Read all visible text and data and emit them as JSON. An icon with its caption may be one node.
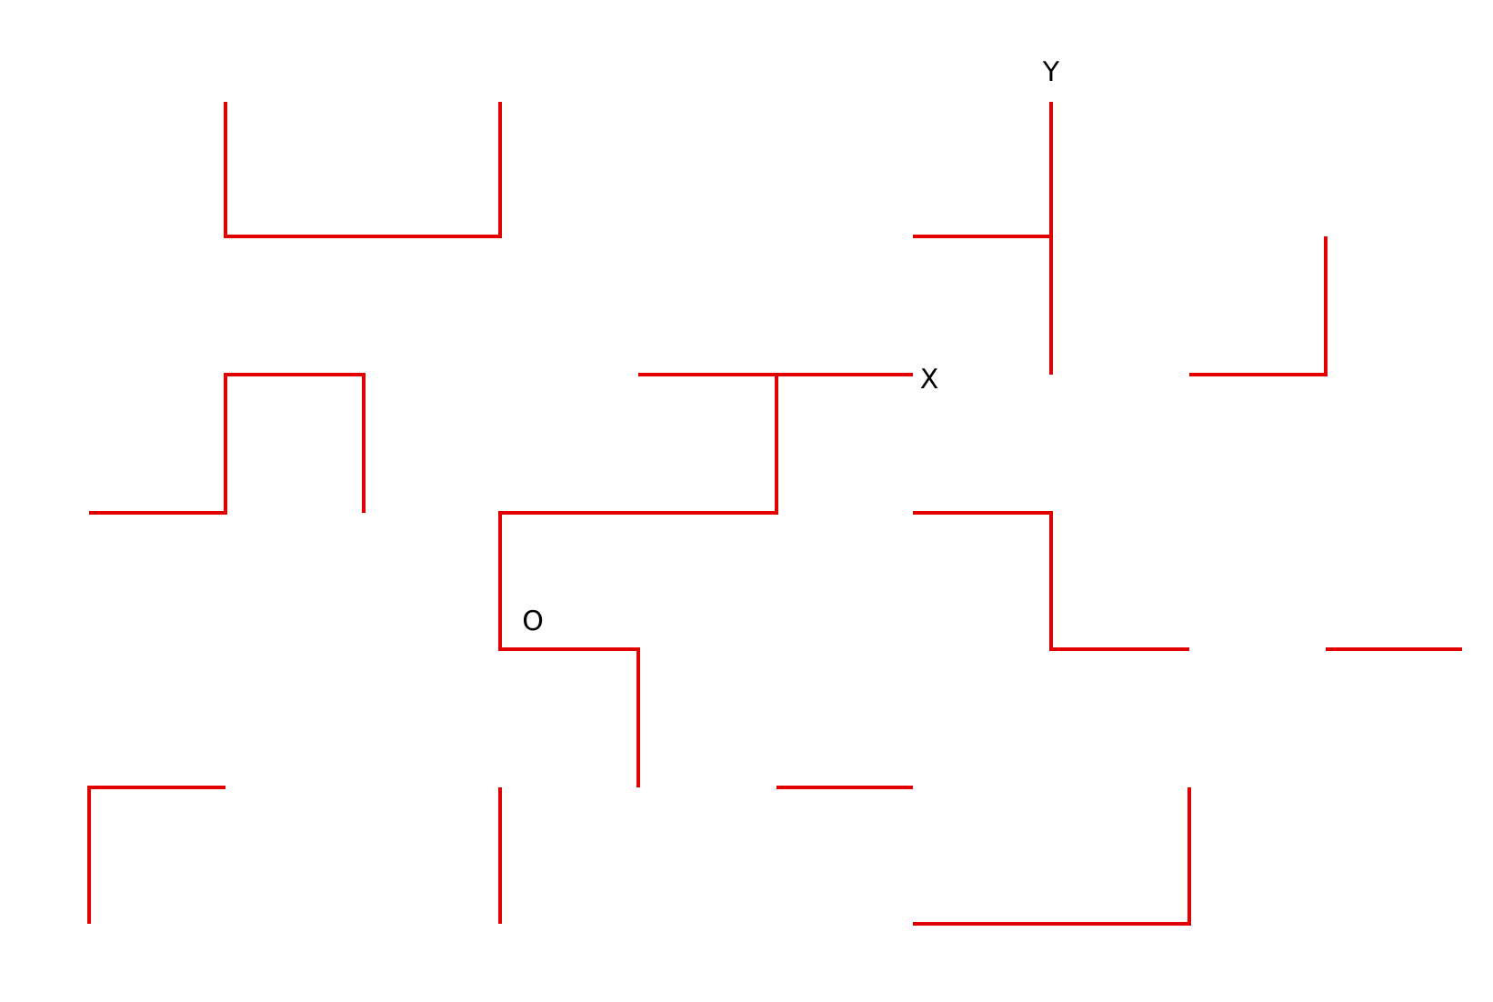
{
  "diagram": {
    "labels": [
      "Y",
      "X",
      "O"
    ]
  }
}
